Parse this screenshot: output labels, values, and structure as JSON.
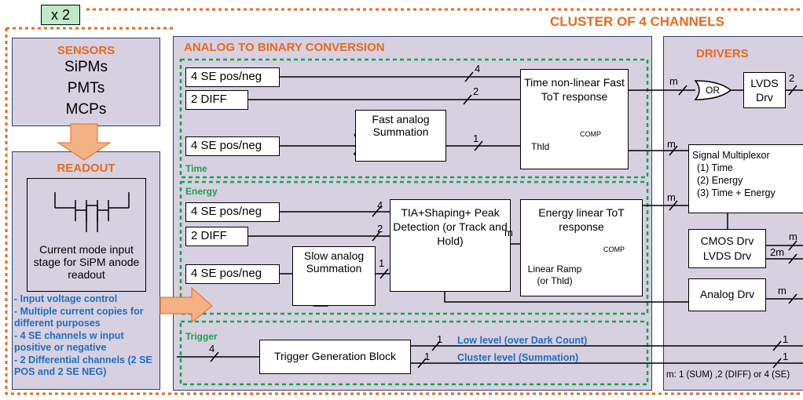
{
  "multiplier": "x 2",
  "cluster_title": "CLUSTER OF 4 CHANNELS",
  "sensors": {
    "title": "SENSORS",
    "items": [
      "SiPMs",
      "PMTs",
      "MCPs"
    ]
  },
  "readout": {
    "title": "READOUT",
    "stage_text": "Current mode input stage for SiPM anode readout",
    "notes": [
      "- Input voltage control",
      "- Multiple current copies for different purposes",
      "- 4 SE channels w input positive or negative",
      "- 2 Differential channels (2 SE POS and 2 SE NEG)"
    ]
  },
  "analog": {
    "title": "ANALOG TO BINARY CONVERSION",
    "time_label": "Time",
    "energy_label": "Energy",
    "trigger_label": "Trigger",
    "inputs": {
      "se": "4 SE pos/neg",
      "diff": "2 DIFF"
    },
    "fast_sum": "Fast analog Summation",
    "slow_sum": "Slow analog Summation",
    "time_block": "Time non-linear Fast ToT response",
    "comp": "COMP",
    "thld": "Thld",
    "tia": "TIA+Shaping+ Peak Detection (or Track and Hold)",
    "energy_block": "Energy linear ToT response",
    "ramp": "Linear Ramp (or Thld)",
    "trigger_block": "Trigger Generation Block",
    "low_level": "Low level (over Dark Count)",
    "cluster_level": "Cluster level (Summation)",
    "bus": {
      "four": "4",
      "two": "2",
      "one": "1",
      "m": "m"
    }
  },
  "drivers": {
    "title": "DRIVERS",
    "or": "OR",
    "lvds": "LVDS Drv",
    "mux_title": "Signal Multiplexor",
    "mux_items": [
      "(1) Time",
      "(2) Energy",
      "(3) Time + Energy"
    ],
    "cmos": "CMOS Drv LVDS Drv",
    "analog_drv": "Analog Drv",
    "m_note": "m: 1 (SUM) ,2 (DIFF) or 4 (SE)",
    "bus2m": "2m"
  }
}
